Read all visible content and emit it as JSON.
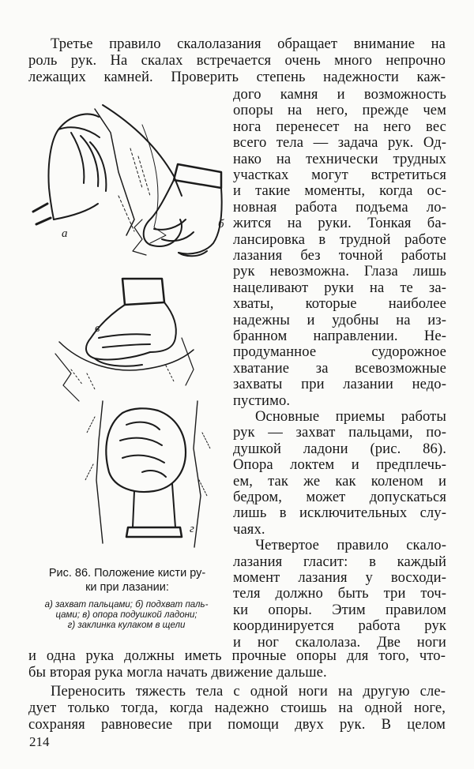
{
  "paragraph_top": [
    "Третье правило скалолазания обращает внимание на",
    "роль рук. На скалах встречается очень много непрочно",
    "лежащих камней. Проверить степень надежности каж-"
  ],
  "column_lines": [
    "дого камня и возможность",
    "опоры на него, прежде чем",
    "нога перенесет на него вес",
    "всего тела — задача рук. Од-",
    "нако на технически трудных",
    "участках могут встретиться",
    "и такие моменты, когда ос-",
    "новная работа подъема ло-",
    "жится на руки. Тонкая ба-",
    "лансировка в трудной работе",
    "лазания без точной работы",
    "рук невозможна. Глаза лишь",
    "нацеливают руки на те за-",
    "хваты, которые наиболее",
    "надежны и удобны на из-",
    "бранном направлении. Не-",
    "продуманное судорожное",
    "хватание за всевозможные",
    "захваты при лазании недо-",
    "пустимо.",
    "Основные приемы работы",
    "рук — захват пальцами, по-",
    "душкой ладони (рис. 86).",
    "Опора локтем и предплечь-",
    "ем, так же как коленом и",
    "бедром, может допускаться",
    "лишь в исключительных слу-",
    "чаях.",
    "Четвертое правило скало-",
    "лазания гласит: в каждый",
    "момент лазания у восходи-",
    "теля должно быть три точ-",
    "ки опоры. Этим правилом",
    "координируется работа рук",
    "и ног скалолаза. Две ноги"
  ],
  "paragraph_bottom": [
    "и одна рука должны иметь прочные опоры для того, что-",
    "бы вторая рука могла начать движение дальше.",
    "Переносить тяжесть тела с одной ноги на другую сле-",
    "дует только тогда, когда надежно стоишь на одной ноге,",
    "сохраняя равновесие при помощи двух рук. В целом"
  ],
  "figure": {
    "labels": {
      "a": "а",
      "b": "б",
      "v": "в",
      "g": "г"
    },
    "caption_title": "Рис. 86. Положение кисти ру-ки при лазании:",
    "caption_title_line1": "Рис. 86. Положение кисти ру-",
    "caption_title_line2": "ки при лазании:",
    "legend_line1": "а) захват пальцами; б) подхват паль-",
    "legend_line2": "цами; в) опора подушкой ладони;",
    "legend_line3": "г) заклинка кулаком в щели"
  },
  "page_number": "214"
}
